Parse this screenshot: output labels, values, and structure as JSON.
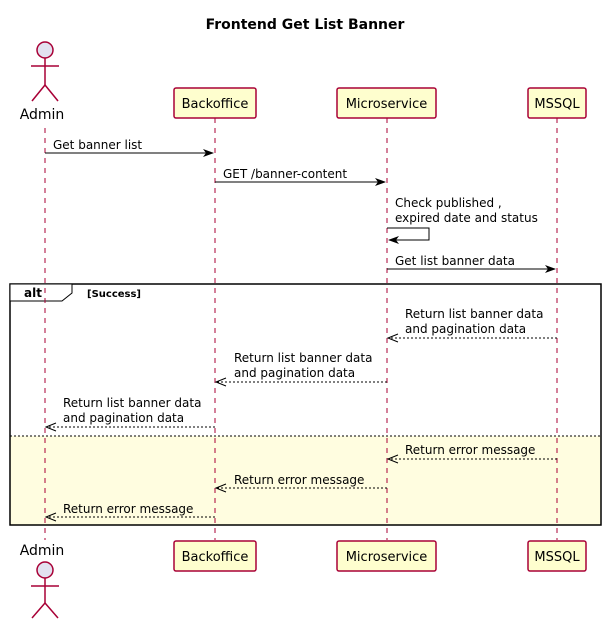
{
  "title": "Frontend Get List Banner",
  "participants": [
    {
      "id": "admin",
      "label": "Admin",
      "kind": "actor"
    },
    {
      "id": "backoffice",
      "label": "Backoffice",
      "kind": "participant"
    },
    {
      "id": "microservice",
      "label": "Microservice",
      "kind": "participant"
    },
    {
      "id": "mssql",
      "label": "MSSQL",
      "kind": "participant"
    }
  ],
  "messages": [
    {
      "from": "admin",
      "to": "backoffice",
      "lines": [
        "Get banner list"
      ],
      "style": "solid"
    },
    {
      "from": "backoffice",
      "to": "microservice",
      "lines": [
        "GET /banner-content"
      ],
      "style": "solid"
    },
    {
      "from": "microservice",
      "to": "microservice",
      "lines": [
        "Check published ,",
        "expired date and status"
      ],
      "style": "self"
    },
    {
      "from": "microservice",
      "to": "mssql",
      "lines": [
        "Get list banner data"
      ],
      "style": "solid"
    },
    {
      "from": "mssql",
      "to": "microservice",
      "lines": [
        "Return list banner data",
        "and pagination data"
      ],
      "style": "dashed",
      "fragment": "success"
    },
    {
      "from": "microservice",
      "to": "backoffice",
      "lines": [
        "Return list banner data",
        "and pagination data"
      ],
      "style": "dashed",
      "fragment": "success"
    },
    {
      "from": "backoffice",
      "to": "admin",
      "lines": [
        "Return list banner data",
        "and pagination data"
      ],
      "style": "dashed",
      "fragment": "success"
    },
    {
      "from": "mssql",
      "to": "microservice",
      "lines": [
        "Return error message"
      ],
      "style": "dashed",
      "fragment": "else"
    },
    {
      "from": "microservice",
      "to": "backoffice",
      "lines": [
        "Return error message"
      ],
      "style": "dashed",
      "fragment": "else"
    },
    {
      "from": "backoffice",
      "to": "admin",
      "lines": [
        "Return error message"
      ],
      "style": "dashed",
      "fragment": "else"
    }
  ],
  "fragment": {
    "operator": "alt",
    "condition": "[Success]"
  },
  "colors": {
    "participant_fill": "#FEFECE",
    "participant_border": "#A80036",
    "actor_fill": "#E2E2F0",
    "lifeline": "#A80036",
    "else_fill": "#FFFDE0",
    "arrow": "#000000"
  }
}
